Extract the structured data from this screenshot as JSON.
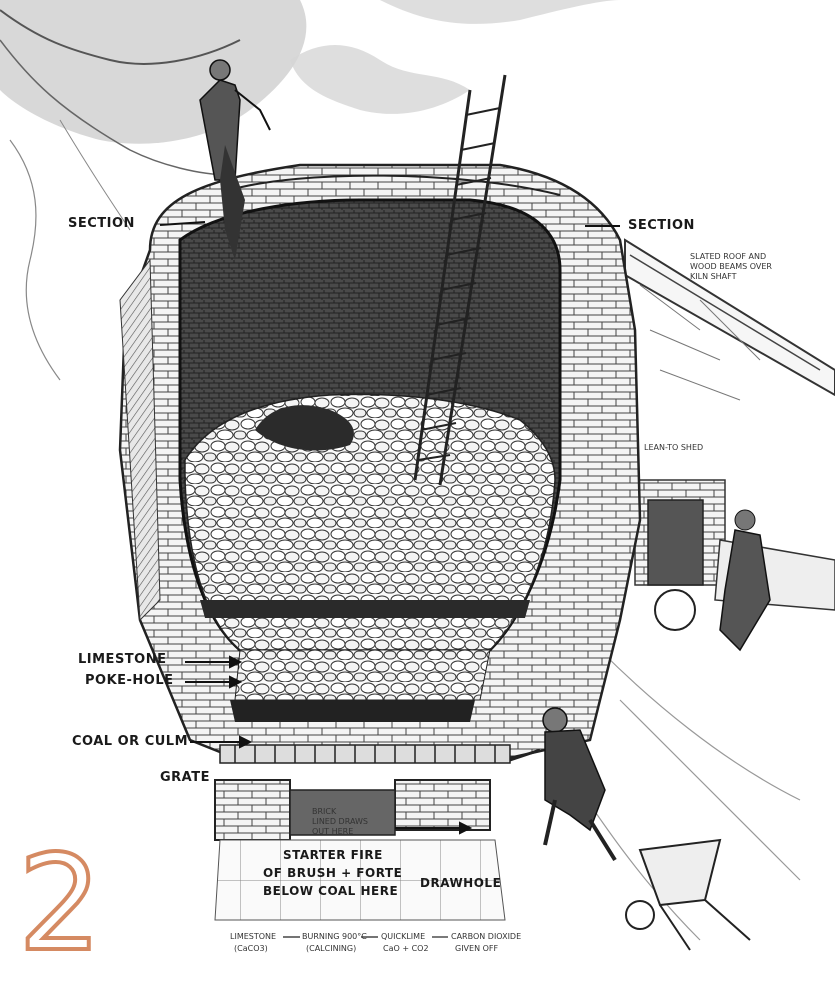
{
  "labels": {
    "section_left": "SECTION",
    "section_right": "SECTION",
    "limestone": "LIMESTONE",
    "poke_hole": "POKE-HOLE",
    "coal": "COAL OR CULM",
    "grate": "GRATE",
    "draw_hole": "DRAWHOLE",
    "starter_line1": "STARTER FIRE",
    "starter_line2": "OF BRUSH + FORTE",
    "starter_line3": "BELOW COAL HERE",
    "roof_note_1": "SLATED ROOF AND",
    "roof_note_2": "WOOD BEAMS OVER",
    "roof_note_3": "KILN SHAFT",
    "lean_to": "LEAN-TO SHED",
    "brick_note_1": "BRICK",
    "brick_note_2": "LINED DRAWS",
    "brick_note_3": "OUT HERE",
    "reaction_limestone": "LIMESTONE",
    "reaction_caco3": "(CaCO3)",
    "reaction_burning": "BURNING 900°C",
    "reaction_calcining": "(CALCINING)",
    "reaction_quicklime": "QUICKLIME",
    "reaction_cao_co2": "CaO + CO2",
    "reaction_carbon": "CARBON DIOXIDE",
    "reaction_given_off": "GIVEN OFF"
  },
  "step_number": "2",
  "colors": {
    "ink": "#1a1a1a",
    "stone_fill": "#f2f2f2",
    "shaft_dark": "#3a3a3a",
    "step_number_stroke": "#d58a62"
  }
}
